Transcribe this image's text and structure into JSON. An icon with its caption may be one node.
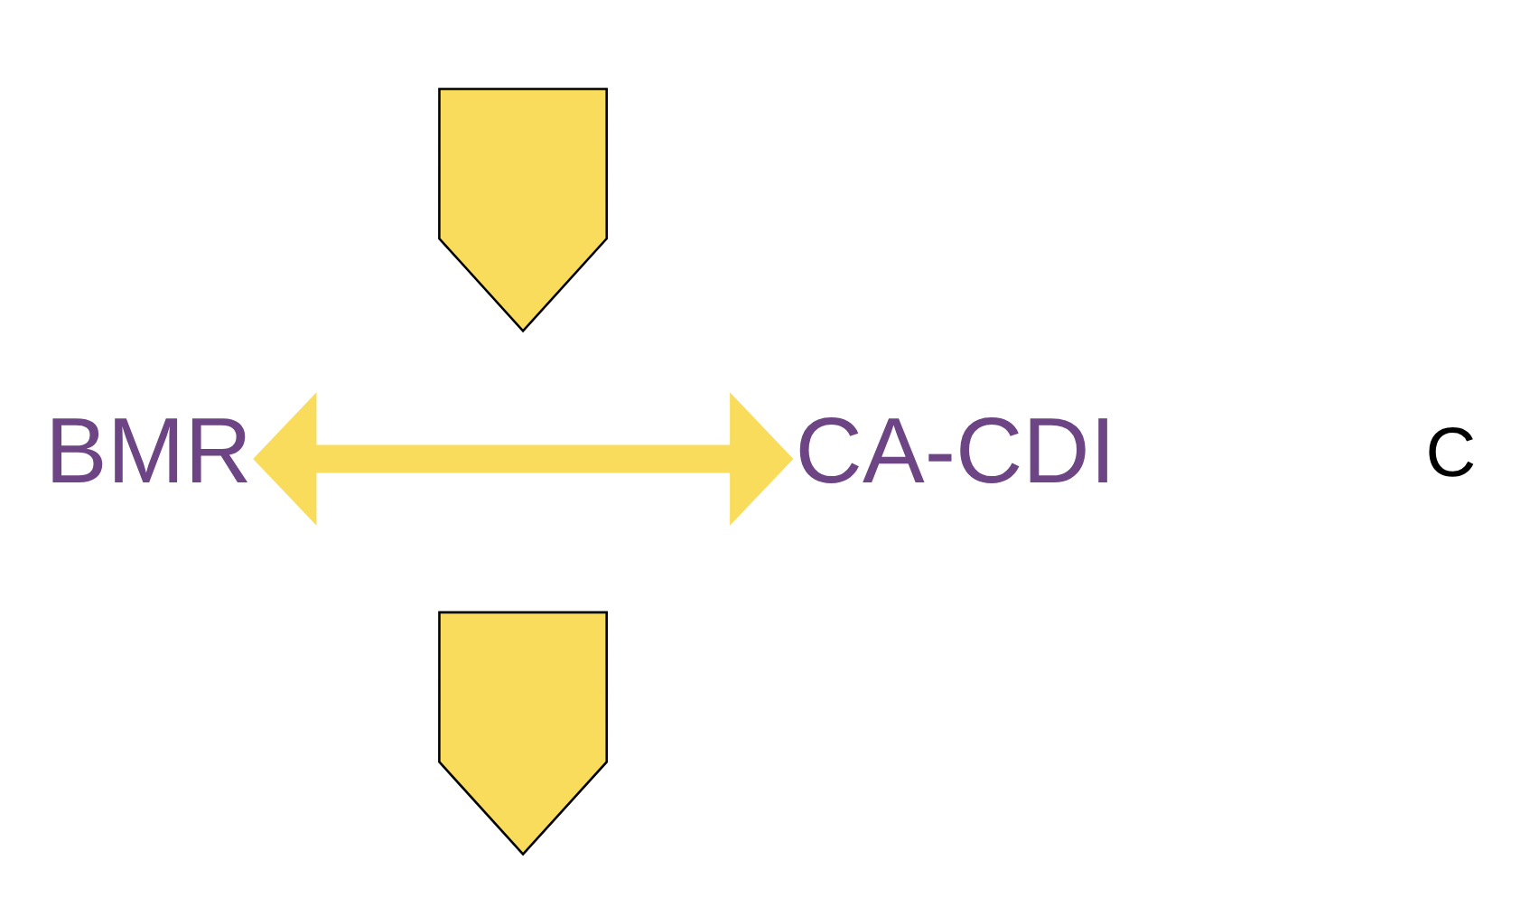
{
  "diagram": {
    "nodes": [
      {
        "text": [],
        "shape": "arrow"
      },
      {
        "text": [
          "BMR"
        ]
      },
      {
        "text": [
          "CA-CDI"
        ]
      },
      {
        "text": [],
        "shape": "arrow"
      }
    ],
    "edges": [
      {
        "from": 1,
        "to": 2,
        "arrow": "both",
        "color": "#f9dc5c"
      }
    ],
    "labels": [
      "C"
    ]
  }
}
